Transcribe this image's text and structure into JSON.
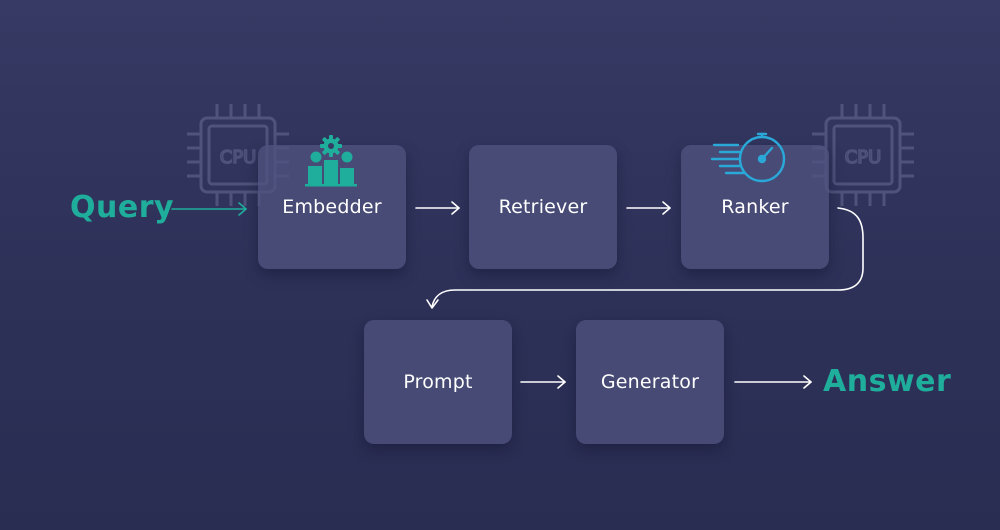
{
  "nodes": {
    "embedder": "Embedder",
    "retriever": "Retriever",
    "ranker": "Ranker",
    "prompt": "Prompt",
    "generator": "Generator"
  },
  "endpoints": {
    "input": "Query",
    "output": "Answer"
  },
  "chips": {
    "left": "CPU",
    "right": "CPU"
  },
  "colors": {
    "accent": "#1fae9c",
    "icon_blue": "#2aa8d8",
    "node_fill": "#4e527e",
    "arrow": "#ffffff"
  },
  "icons": [
    "podium-gear-icon",
    "speed-gauge-icon",
    "cpu-chip-icon"
  ]
}
